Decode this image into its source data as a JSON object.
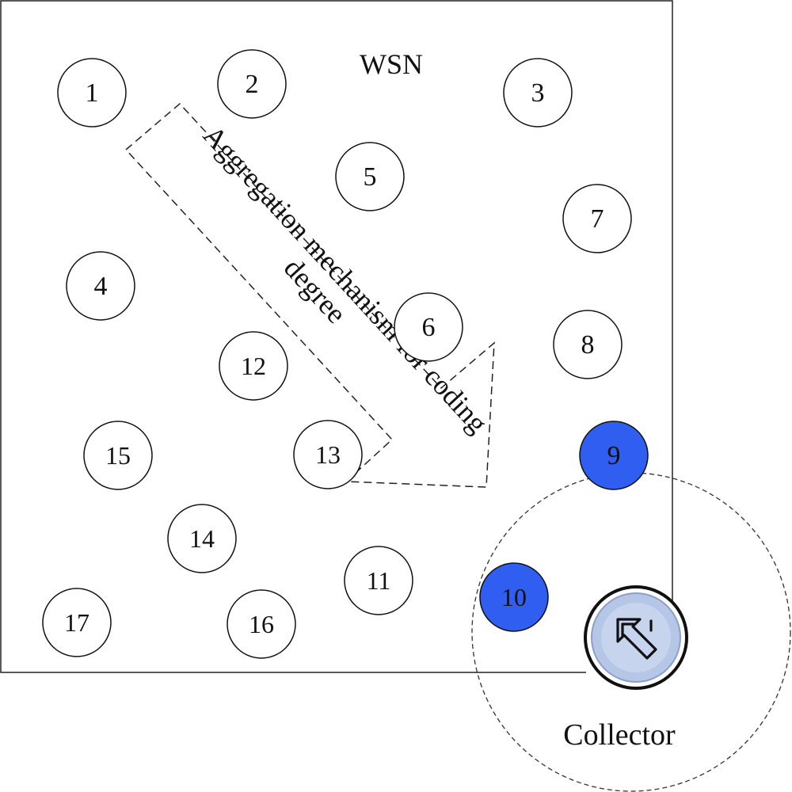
{
  "diagram": {
    "region_label": "WSN",
    "arrow_label_line1": "Aggregation mechanism for coding",
    "arrow_label_line2": "degree",
    "collector_label": "Collector",
    "highlight_color": "#2f5ef0",
    "collector_color": "#b6c6e6",
    "collector_icon": "cursor-arrow-icon",
    "nodes": [
      {
        "id": "1",
        "highlighted": false
      },
      {
        "id": "2",
        "highlighted": false
      },
      {
        "id": "3",
        "highlighted": false
      },
      {
        "id": "4",
        "highlighted": false
      },
      {
        "id": "5",
        "highlighted": false
      },
      {
        "id": "6",
        "highlighted": false
      },
      {
        "id": "7",
        "highlighted": false
      },
      {
        "id": "8",
        "highlighted": false
      },
      {
        "id": "9",
        "highlighted": true
      },
      {
        "id": "10",
        "highlighted": true
      },
      {
        "id": "11",
        "highlighted": false
      },
      {
        "id": "12",
        "highlighted": false
      },
      {
        "id": "13",
        "highlighted": false
      },
      {
        "id": "14",
        "highlighted": false
      },
      {
        "id": "15",
        "highlighted": false
      },
      {
        "id": "16",
        "highlighted": false
      },
      {
        "id": "17",
        "highlighted": false
      }
    ]
  }
}
